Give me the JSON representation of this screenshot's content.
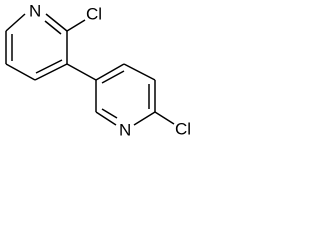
{
  "molecule": {
    "atoms": {
      "n_top": "N",
      "cl_top": "Cl",
      "n_bottom": "N",
      "cl_bottom": "Cl"
    }
  }
}
